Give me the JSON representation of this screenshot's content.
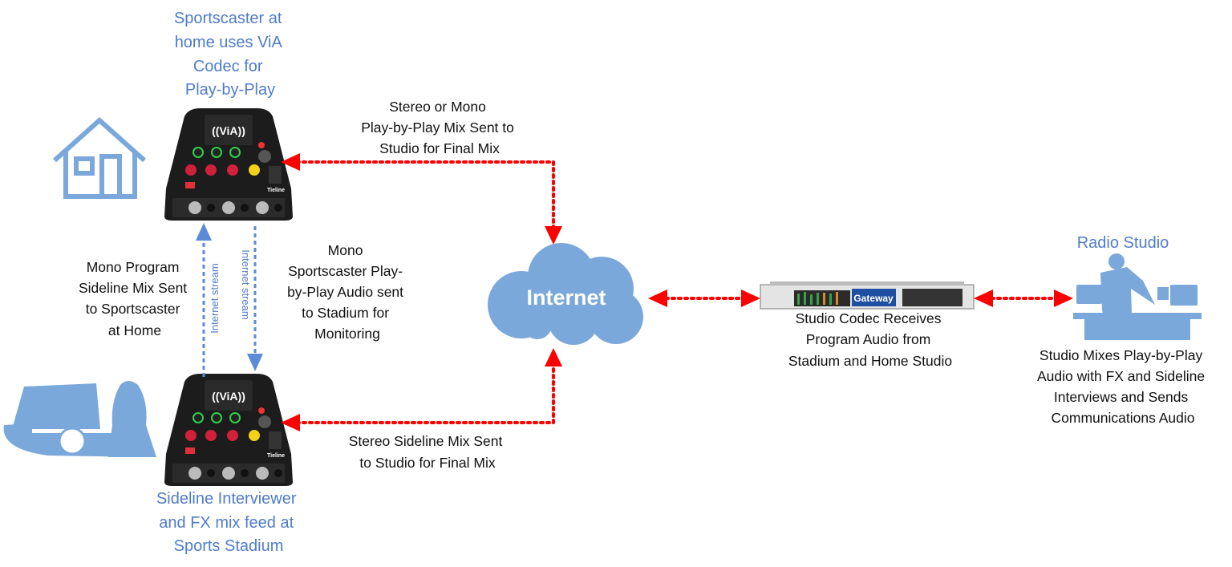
{
  "colors": {
    "label_blue": "#4f7cc9",
    "icon_blue": "#7aa8da",
    "arrow_red": "#ff0000",
    "stream_blue": "#5b8bd6"
  },
  "home": {
    "title_lines": [
      "Sportscaster at",
      "home uses ViA",
      "Codec for",
      "Play-by-Play"
    ],
    "icon": "house-icon"
  },
  "stadium": {
    "title_lines": [
      "Sideline Interviewer",
      "and FX mix feed at",
      "Sports Stadium"
    ],
    "icon": "stadium-interviewer-icon"
  },
  "device": {
    "screen_text": "((ViA))",
    "brand": "Tieline"
  },
  "gateway": {
    "screen_text": "Gateway",
    "caption_lines": [
      "Studio Codec Receives",
      "Program Audio from",
      "Stadium and Home Studio"
    ]
  },
  "internet": {
    "label": "Internet"
  },
  "radio_studio": {
    "title": "Radio Studio",
    "caption_lines": [
      "Studio Mixes Play-by-Play",
      "Audio with FX and Sideline",
      "Interviews and Sends",
      "Communications Audio"
    ],
    "icon": "radio-studio-icon"
  },
  "links": {
    "home_to_internet": [
      "Stereo or Mono",
      "Play-by-Play Mix Sent to",
      "Studio for Final Mix"
    ],
    "stadium_to_internet": [
      "Stereo Sideline Mix Sent",
      "to Studio for Final Mix"
    ],
    "stadium_to_home": [
      "Mono Program",
      "Sideline Mix Sent",
      "to Sportscaster",
      "at Home"
    ],
    "home_to_stadium": [
      "Mono",
      "Sportscaster Play-",
      "by-Play Audio sent",
      "to Stadium for",
      "Monitoring"
    ],
    "stream_label": "Internet stream"
  }
}
